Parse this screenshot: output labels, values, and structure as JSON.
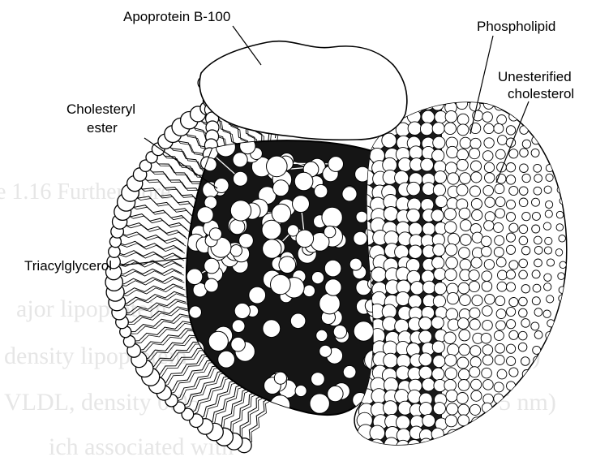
{
  "labels": {
    "apoprotein": "Apoprotein B-100",
    "phospholipid": "Phospholipid",
    "unesterified_line1": "Unesterified",
    "unesterified_line2": "cholesterol",
    "cholesteryl_line1": "Cholesteryl",
    "cholesteryl_line2": "ester",
    "triacylglycerol": "Triacylglycerol"
  },
  "colors": {
    "ink": "#000000",
    "core": "#151515",
    "bead": "#ffffff",
    "background": "#ffffff",
    "ghost_text": "#e6e6e6"
  }
}
